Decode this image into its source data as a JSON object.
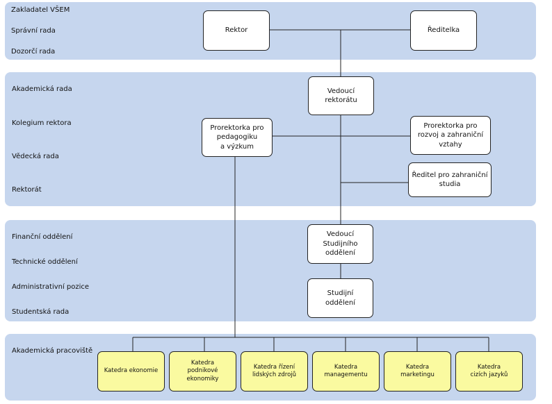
{
  "bands": {
    "governance": [
      "Zakladatel VŠEM",
      "Správní rada",
      "Dozorčí rada"
    ],
    "academic": [
      "Akademická rada",
      "Kolegium rektora",
      "Vědecká rada",
      "Rektorát"
    ],
    "admin": [
      "Finanční oddělení",
      "Technické oddělení",
      "Administrativní pozice",
      "Studentská rada"
    ],
    "workplaces": [
      "Akademická pracoviště"
    ]
  },
  "nodes": {
    "rektor": "Rektor",
    "reditelka": "Ředitelka",
    "vedouci_rektoratu": "Vedoucí\nrektorátu",
    "prorektorka_pedagogika": "Prorektorka pro\npedagogiku\na výzkum",
    "prorektorka_rozvoj": "Prorektorka pro\nrozvoj a zahraniční\nvztahy",
    "reditel_zahranicni": "Ředitel pro zahraniční\nstudia",
    "vedouci_studijniho": "Vedoucí\nStudijního\noddělení",
    "studijni_oddeleni": "Studijní\noddělení"
  },
  "departments": [
    "Katedra ekonomie",
    "Katedra\npodnikové\nekonomiky",
    "Katedra řízení\nlidských zdrojů",
    "Katedra\nmanagementu",
    "Katedra\nmarketingu",
    "Katedra\ncizích jazyků"
  ]
}
